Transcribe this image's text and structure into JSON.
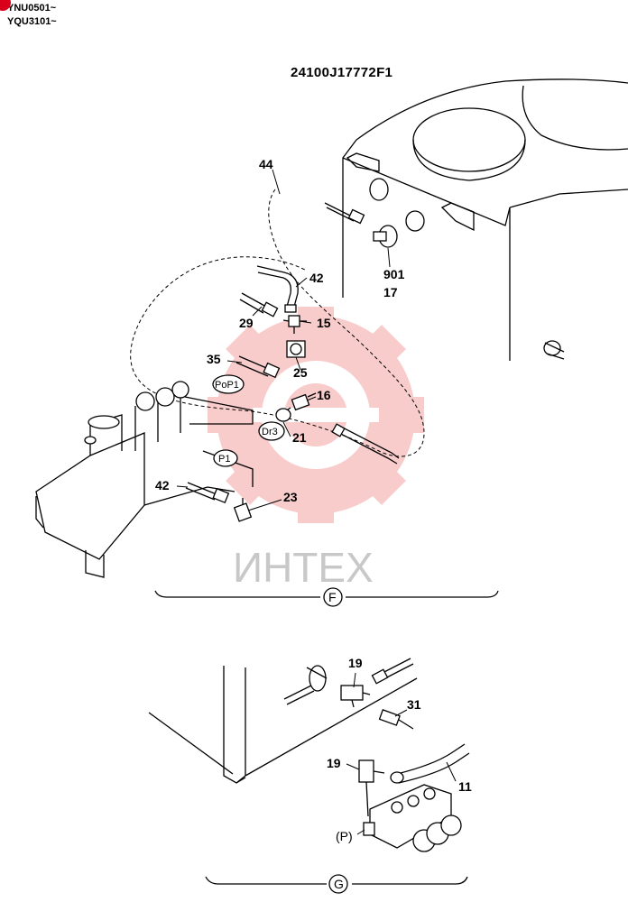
{
  "header": {
    "serials": [
      "YNU0501~",
      "YQU3101~"
    ],
    "drawing_number": "24100J17772F1"
  },
  "watermark": {
    "text": "ИНТЕХ",
    "color": "#f5a3a3"
  },
  "accent_color": "#d9001b",
  "views": {
    "F": {
      "label": "F"
    },
    "G": {
      "label": "G"
    }
  },
  "callouts": {
    "c44": "44",
    "c42a": "42",
    "c901": "901",
    "c17": "17",
    "c29": "29",
    "c15": "15",
    "c35": "35",
    "c25": "25",
    "c16": "16",
    "c21": "21",
    "c42b": "42",
    "c23": "23",
    "c19a": "19",
    "c31": "31",
    "c19b": "19",
    "c11": "11"
  },
  "ports": {
    "p1": "PoP1",
    "p2": "Dr3",
    "p3": "P1",
    "p4": "(P)"
  }
}
